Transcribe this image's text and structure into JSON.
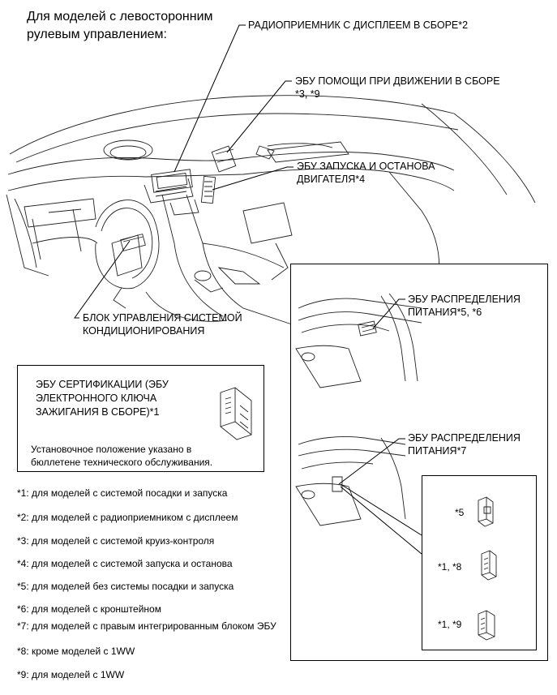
{
  "header": {
    "title_line1": "Для моделей с левосторонним",
    "title_line2": "рулевым управлением:"
  },
  "callouts": {
    "radio": "РАДИОПРИЕМНИК С ДИСПЛЕЕМ В СБОРЕ*2",
    "drive_assist_line1": "ЭБУ ПОМОЩИ ПРИ ДВИЖЕНИИ В СБОРЕ",
    "drive_assist_line2": "*3, *9",
    "start_stop_line1": "ЭБУ ЗАПУСКА И ОСТАНОВА",
    "start_stop_line2": "ДВИГАТЕЛЯ*4",
    "ac_line1": "БЛОК УПРАВЛЕНИЯ СИСТЕМОЙ",
    "ac_line2": "КОНДИЦИОНИРОВАНИЯ",
    "power_dist_a_line1": "ЭБУ РАСПРЕДЕЛЕНИЯ",
    "power_dist_a_line2": "ПИТАНИЯ*5, *6",
    "power_dist_b_line1": "ЭБУ РАСПРЕДЕЛЕНИЯ",
    "power_dist_b_line2": "ПИТАНИЯ*7"
  },
  "certification_box": {
    "line1": "ЭБУ СЕРТИФИКАЦИИ (ЭБУ",
    "line2": "ЭЛЕКТРОННОГО КЛЮЧА",
    "line3": "ЗАЖИГАНИЯ В СБОРЕ)*1",
    "note_line1": "Установочное положение указано в",
    "note_line2": "бюллетене технического обслуживания."
  },
  "variants": [
    {
      "label": "*5"
    },
    {
      "label": "*1, *8"
    },
    {
      "label": "*1, *9"
    }
  ],
  "footnotes": [
    "*1: для моделей с системой посадки и запуска",
    "*2: для моделей с радиоприемником с дисплеем",
    "*3: для моделей с системой круиз-контроля",
    "*4: для моделей с системой запуска и останова",
    "*5: для моделей без системы посадки и запуска",
    "*6: для моделей с кронштейном",
    "*7: для моделей с правым интегрированным блоком ЭБУ",
    "*8: кроме моделей с 1WW",
    "*9: для моделей с 1WW"
  ]
}
